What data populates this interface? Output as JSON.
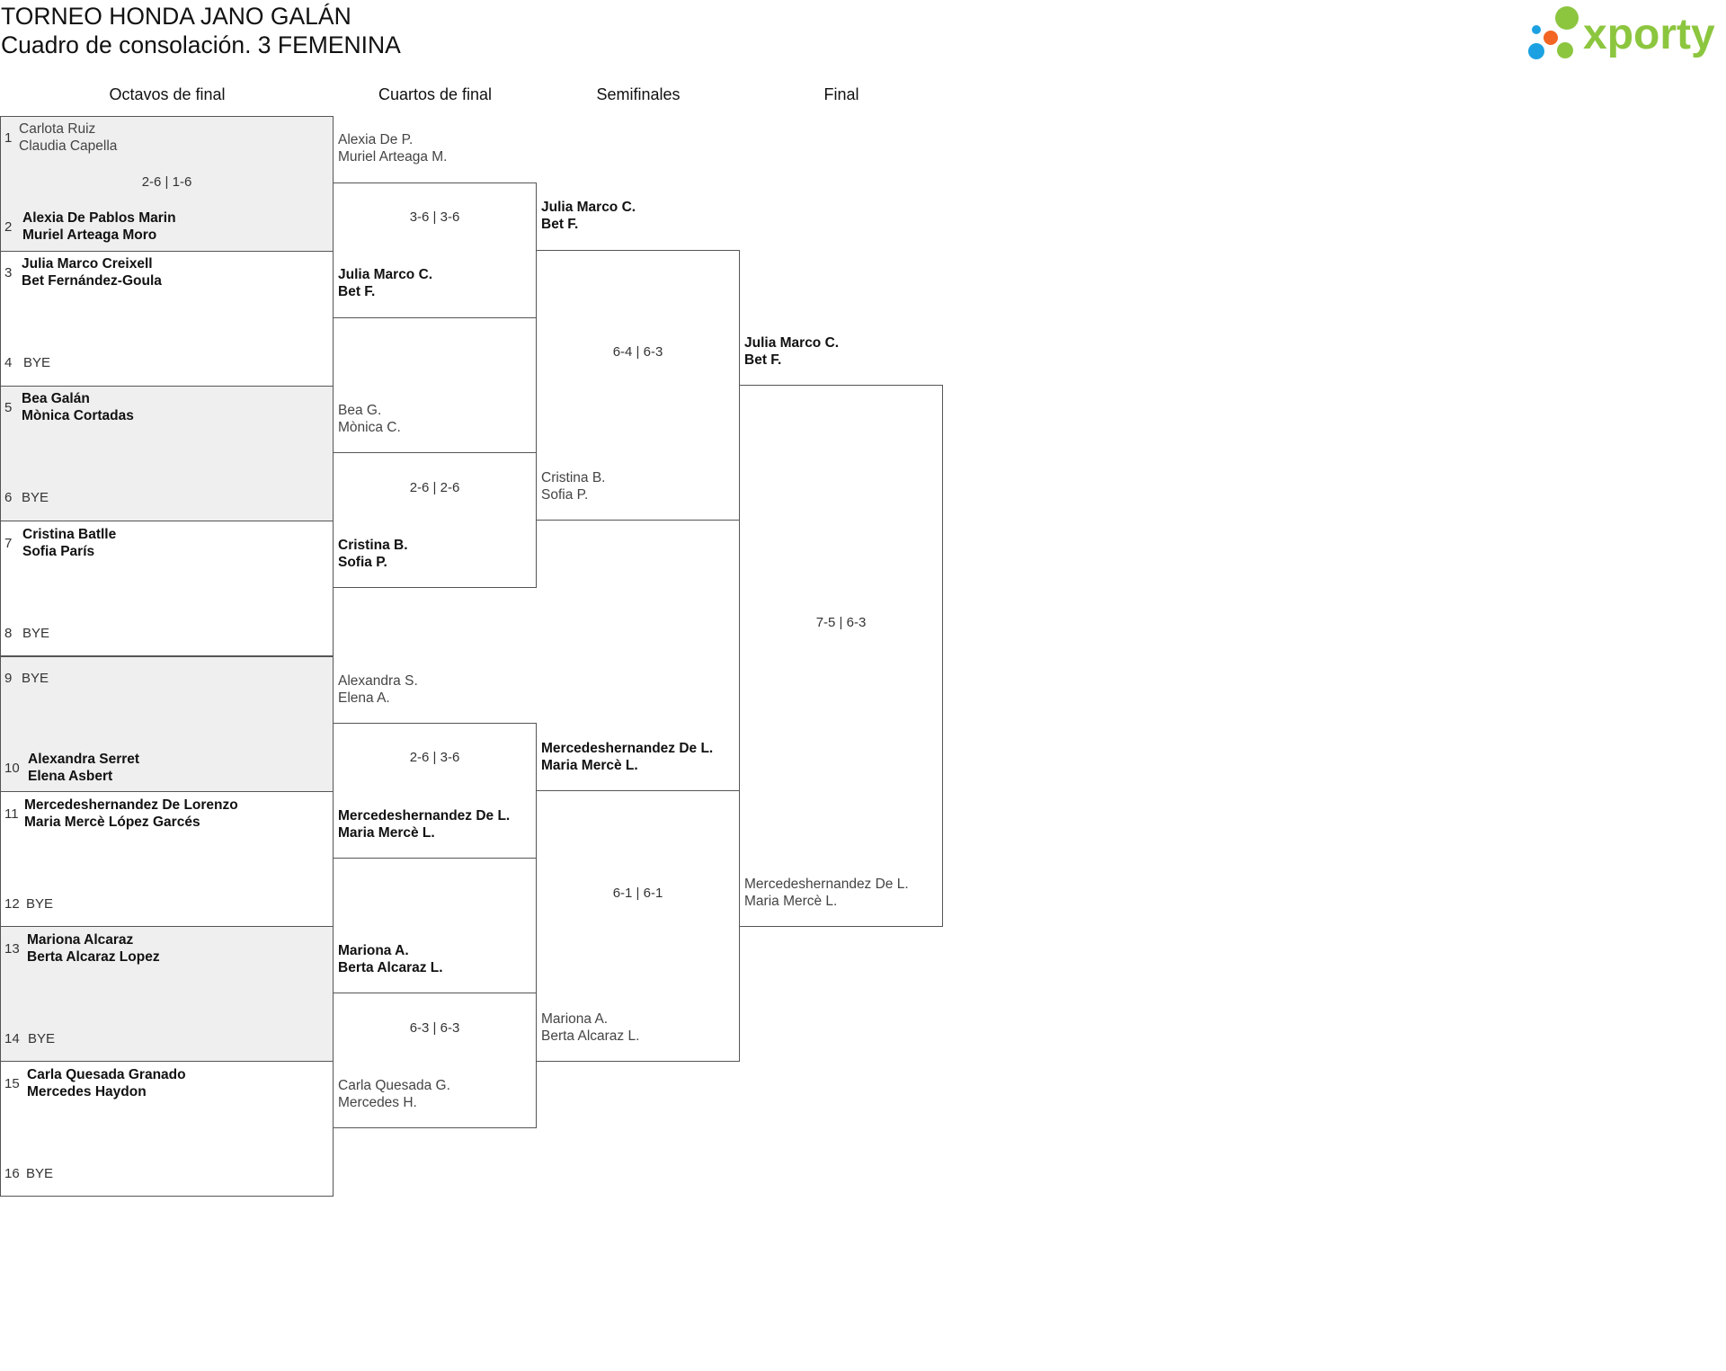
{
  "header": {
    "title": "TORNEO HONDA JANO GALÁN",
    "subtitle": "Cuadro de consolación. 3 FEMENINA",
    "logo_text": "xporty"
  },
  "colors": {
    "logo_green": "#8cc63f",
    "logo_orange": "#f26522",
    "logo_blue": "#1ba1e2",
    "shade": "#efefef",
    "border": "#555555"
  },
  "rounds": [
    "Octavos de final",
    "Cuartos de final",
    "Semifinales",
    "Final"
  ],
  "r16": {
    "slots": [
      {
        "seed": "1",
        "p1": "Carlota Ruiz",
        "p2": "Claudia Capella"
      },
      {
        "seed": "2",
        "p1": "Alexia De Pablos Marin",
        "p2": "Muriel Arteaga Moro"
      },
      {
        "seed": "3",
        "p1": "Julia Marco Creixell",
        "p2": "Bet Fernández-Goula"
      },
      {
        "seed": "4",
        "p1": "BYE"
      },
      {
        "seed": "5",
        "p1": "Bea Galán",
        "p2": "Mònica Cortadas"
      },
      {
        "seed": "6",
        "p1": "BYE"
      },
      {
        "seed": "7",
        "p1": "Cristina Batlle",
        "p2": "Sofia París"
      },
      {
        "seed": "8",
        "p1": "BYE"
      },
      {
        "seed": "9",
        "p1": "BYE"
      },
      {
        "seed": "10",
        "p1": "Alexandra Serret",
        "p2": "Elena Asbert"
      },
      {
        "seed": "11",
        "p1": "Mercedeshernandez De Lorenzo",
        "p2": "Maria Mercè López Garcés"
      },
      {
        "seed": "12",
        "p1": "BYE"
      },
      {
        "seed": "13",
        "p1": "Mariona Alcaraz",
        "p2": "Berta Alcaraz Lopez"
      },
      {
        "seed": "14",
        "p1": "BYE"
      },
      {
        "seed": "15",
        "p1": "Carla Quesada Granado",
        "p2": "Mercedes Haydon"
      },
      {
        "seed": "16",
        "p1": "BYE"
      }
    ],
    "scores": [
      "2-6 | 1-6"
    ]
  },
  "qf": {
    "slots": [
      {
        "p1": "Alexia De P.",
        "p2": "Muriel Arteaga M."
      },
      {
        "p1": "Julia Marco C.",
        "p2": "Bet F."
      },
      {
        "p1": "Bea G.",
        "p2": "Mònica C."
      },
      {
        "p1": "Cristina B.",
        "p2": "Sofia P."
      },
      {
        "p1": "Alexandra S.",
        "p2": "Elena A."
      },
      {
        "p1": "Mercedeshernandez De L.",
        "p2": "Maria Mercè L."
      },
      {
        "p1": "Mariona A.",
        "p2": "Berta Alcaraz L."
      },
      {
        "p1": "Carla Quesada G.",
        "p2": "Mercedes H."
      }
    ],
    "scores": [
      "3-6 | 3-6",
      "2-6 | 2-6",
      "2-6 | 3-6",
      "6-3 | 6-3"
    ]
  },
  "sf": {
    "slots": [
      {
        "p1": "Julia Marco C.",
        "p2": "Bet F."
      },
      {
        "p1": "Cristina B.",
        "p2": "Sofia P."
      },
      {
        "p1": "Mercedeshernandez De L.",
        "p2": "Maria Mercè L."
      },
      {
        "p1": "Mariona A.",
        "p2": "Berta Alcaraz L."
      }
    ],
    "scores": [
      "6-4 | 6-3",
      "6-1 | 6-1"
    ]
  },
  "final": {
    "slots": [
      {
        "p1": "Julia Marco C.",
        "p2": "Bet F."
      },
      {
        "p1": "Mercedeshernandez De L.",
        "p2": "Maria Mercè L."
      }
    ],
    "scores": [
      "7-5 | 6-3"
    ]
  }
}
